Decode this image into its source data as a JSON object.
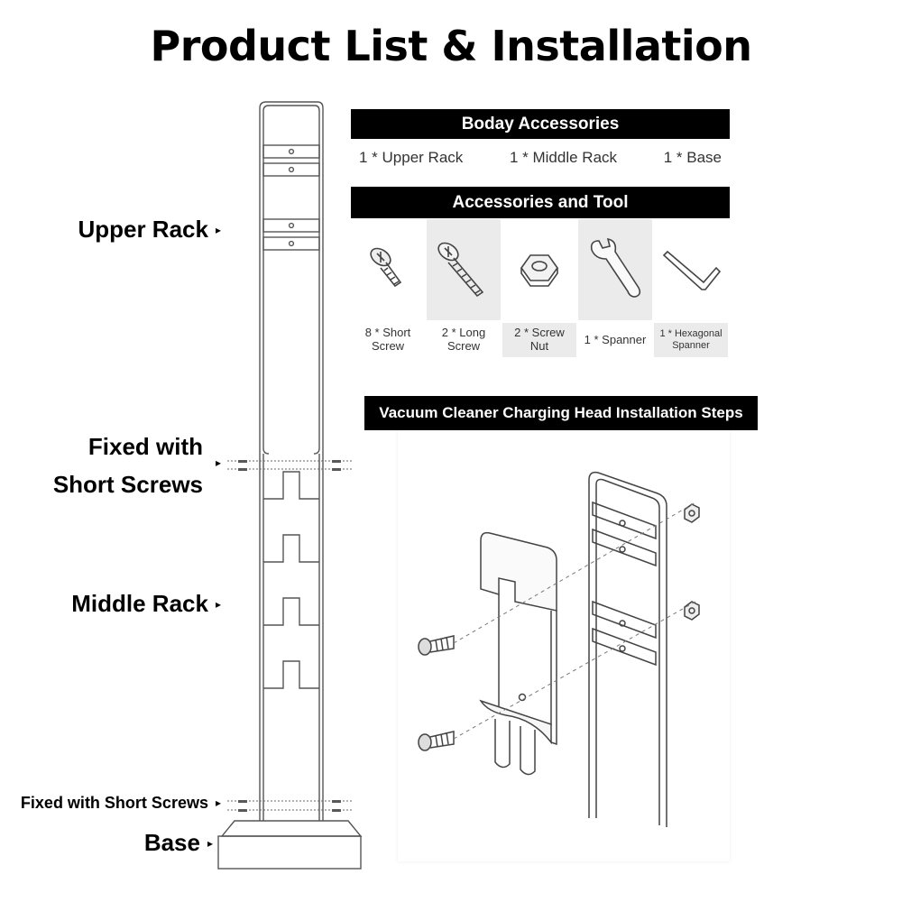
{
  "title": "Product List & Installation",
  "labels": {
    "upper_rack": "Upper Rack",
    "fixed_top_line1": "Fixed with",
    "fixed_top_line2": "Short Screws",
    "middle_rack": "Middle Rack",
    "fixed_bottom": "Fixed with Short Screws",
    "base": "Base",
    "arrow": "▸"
  },
  "body_accessories": {
    "header": "Boday Accessories",
    "items": [
      "1 * Upper Rack",
      "1 * Middle Rack",
      "1 * Base"
    ]
  },
  "tools": {
    "header": "Accessories and Tool",
    "items": [
      {
        "icon": "short-screw-icon",
        "line1": "8 * Short",
        "line2": "Screw"
      },
      {
        "icon": "long-screw-icon",
        "line1": "2 * Long",
        "line2": "Screw"
      },
      {
        "icon": "screw-nut-icon",
        "line1": "2 * Screw",
        "line2": "Nut"
      },
      {
        "icon": "spanner-icon",
        "line1": "1 * Spanner",
        "line2": ""
      },
      {
        "icon": "hexagonal-spanner-icon",
        "line1": "1 * Hexagonal",
        "line2": "Spanner"
      }
    ]
  },
  "install": {
    "header": "Vacuum Cleaner Charging Head Installation Steps"
  }
}
